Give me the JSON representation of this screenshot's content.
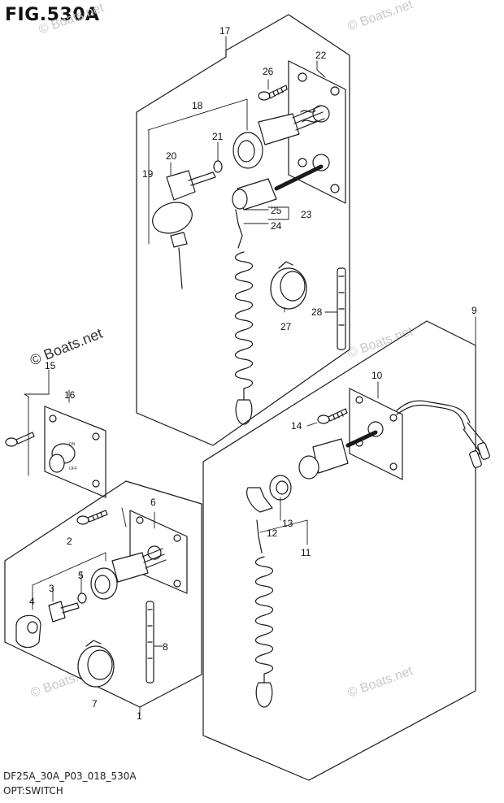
{
  "figure": {
    "title": "FIG.530A",
    "model_code": "DF25A_30A_P03_018_530A",
    "section": "OPT:SWITCH"
  },
  "watermarks": {
    "light": "© Boats.net",
    "strong": "© Boats.net"
  },
  "callouts": {
    "n1": "1",
    "n2": "2",
    "n3": "3",
    "n4": "4",
    "n5": "5",
    "n6": "6",
    "n7": "7",
    "n8": "8",
    "n9": "9",
    "n10": "10",
    "n11": "11",
    "n12": "12",
    "n13": "13",
    "n14": "14",
    "n15": "15",
    "n16": "16",
    "n17": "17",
    "n18": "18",
    "n19": "19",
    "n20": "20",
    "n21": "21",
    "n22": "22",
    "n23": "23",
    "n24": "24",
    "n25": "25",
    "n26": "26",
    "n27": "27",
    "n28": "28"
  },
  "switch_labels": {
    "on": "ON",
    "off": "OFF"
  },
  "colors": {
    "line": "#1a1a1a",
    "watermark": "#c8c8c8"
  }
}
